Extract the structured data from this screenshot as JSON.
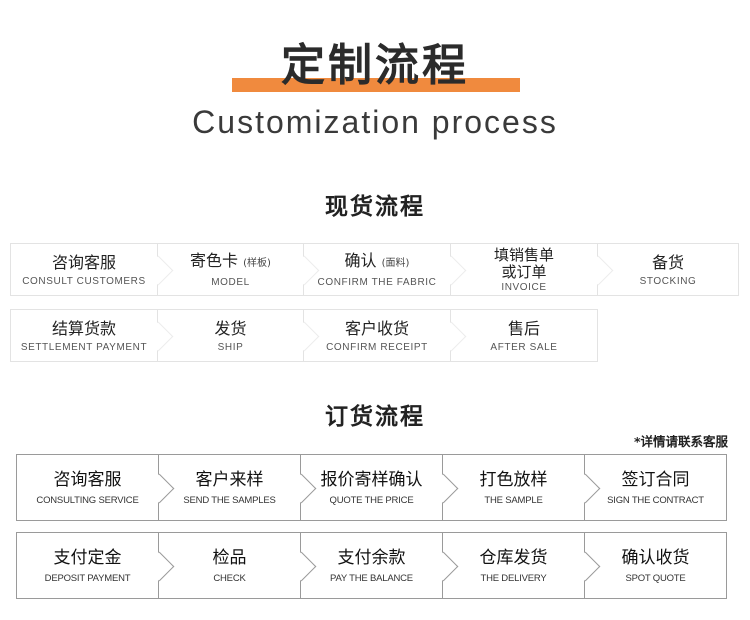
{
  "header": {
    "title": "定制流程",
    "subtitle": "Customization process",
    "accent_color": "#f08a3e"
  },
  "spot_section": {
    "title": "现货流程",
    "row1": [
      {
        "cn": "咨询客服",
        "cn_small": "",
        "en": "CONSULT CUSTOMERS"
      },
      {
        "cn": "寄色卡",
        "cn_small": "(样板)",
        "en": "MODEL"
      },
      {
        "cn": "确认",
        "cn_small": "(面料)",
        "en": "CONFIRM THE FABRIC"
      },
      {
        "cn": "填销售单",
        "cn2": "或订单",
        "en": "INVOICE"
      },
      {
        "cn": "备货",
        "cn_small": "",
        "en": "STOCKING"
      }
    ],
    "row2": [
      {
        "cn": "结算货款",
        "en": "SETTLEMENT PAYMENT"
      },
      {
        "cn": "发货",
        "en": "SHIP"
      },
      {
        "cn": "客户收货",
        "en": "CONFIRM RECEIPT"
      },
      {
        "cn": "售后",
        "en": "AFTER SALE"
      }
    ]
  },
  "order_section": {
    "title": "订货流程",
    "note": "*详情请联系客服",
    "row1": [
      {
        "cn": "咨询客服",
        "en": "CONSULTING SERVICE"
      },
      {
        "cn": "客户来样",
        "en": "SEND THE SAMPLES"
      },
      {
        "cn": "报价寄样确认",
        "en": "QUOTE THE PRICE"
      },
      {
        "cn": "打色放样",
        "en": "THE SAMPLE"
      },
      {
        "cn": "签订合同",
        "en": "SIGN THE CONTRACT"
      }
    ],
    "row2": [
      {
        "cn": "支付定金",
        "en": "DEPOSIT PAYMENT"
      },
      {
        "cn": "检品",
        "en": "CHECK"
      },
      {
        "cn": "支付余款",
        "en": "PAY THE BALANCE"
      },
      {
        "cn": "仓库发货",
        "en": "THE DELIVERY"
      },
      {
        "cn": "确认收货",
        "en": "SPOT QUOTE"
      }
    ]
  }
}
